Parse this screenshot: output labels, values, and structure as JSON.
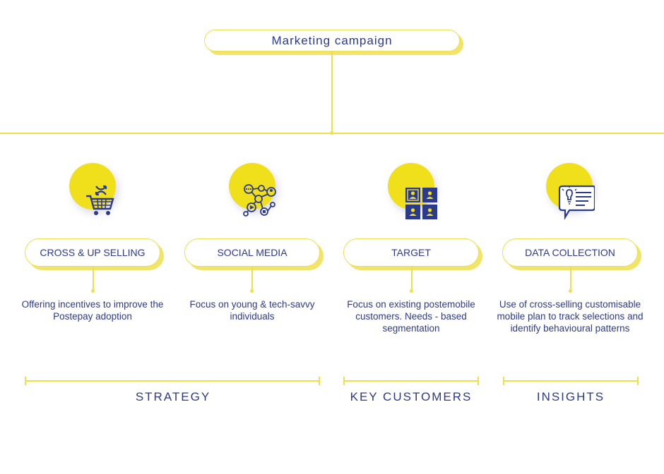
{
  "root": {
    "label": "Marketing campaign"
  },
  "nodes": [
    {
      "title": "CROSS & UP SELLING",
      "description": "Offering incentives to improve the Postepay adoption",
      "icon": "shopping-cart-icon"
    },
    {
      "title": "SOCIAL MEDIA",
      "description": "Focus on young & tech-savvy individuals",
      "icon": "social-network-icon"
    },
    {
      "title": "TARGET",
      "description": "Focus on existing postemobile customers. Needs - based segmentation",
      "icon": "customer-grid-icon"
    },
    {
      "title": "DATA COLLECTION",
      "description": "Use of cross-selling customisable mobile plan to track selections and identify behavioural patterns",
      "icon": "insight-chat-icon"
    }
  ],
  "sections": [
    {
      "label": "STRATEGY"
    },
    {
      "label": "KEY CUSTOMERS"
    },
    {
      "label": "INSIGHTS"
    }
  ],
  "colors": {
    "accent": "#efe04a",
    "circle": "#f0e01c",
    "text": "#2c3a8c"
  }
}
